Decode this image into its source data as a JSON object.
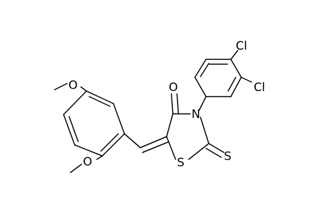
{
  "structure": {
    "atoms": {
      "o_top": "O",
      "o_bottom": "O",
      "o_carbonyl": "O",
      "n_ring": "N",
      "s_ring": "S",
      "s_thione": "S",
      "cl_top": "Cl",
      "cl_right": "Cl"
    },
    "colors": {
      "ink": "#000000",
      "background": "#ffffff"
    }
  }
}
